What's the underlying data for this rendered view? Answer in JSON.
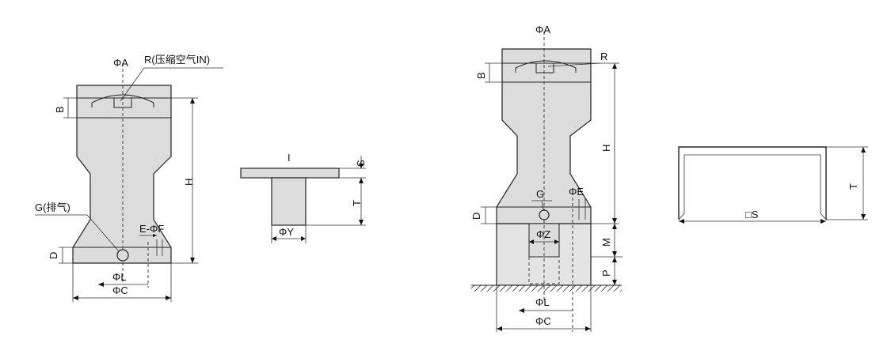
{
  "diagram_1": {
    "phi_a": "ΦA",
    "r_label": "R(压缩空气IN)",
    "g_label": "G(排气)",
    "b": "B",
    "h": "H",
    "d": "D",
    "e_phi_f": "E-ΦF",
    "phi_l": "ΦL",
    "phi_c": "ΦC"
  },
  "diagram_2": {
    "i": "I",
    "s": "S",
    "t": "T",
    "phi_y": "ΦY"
  },
  "diagram_3": {
    "phi_a": "ΦA",
    "r": "R",
    "b": "B",
    "h": "H",
    "g": "G",
    "phi_e": "ΦE",
    "d": "D",
    "phi_z": "ΦZ",
    "m": "M",
    "p": "P",
    "phi_l": "ΦL",
    "phi_c": "ΦC"
  },
  "diagram_4": {
    "t": "T",
    "square_s": "□S"
  }
}
